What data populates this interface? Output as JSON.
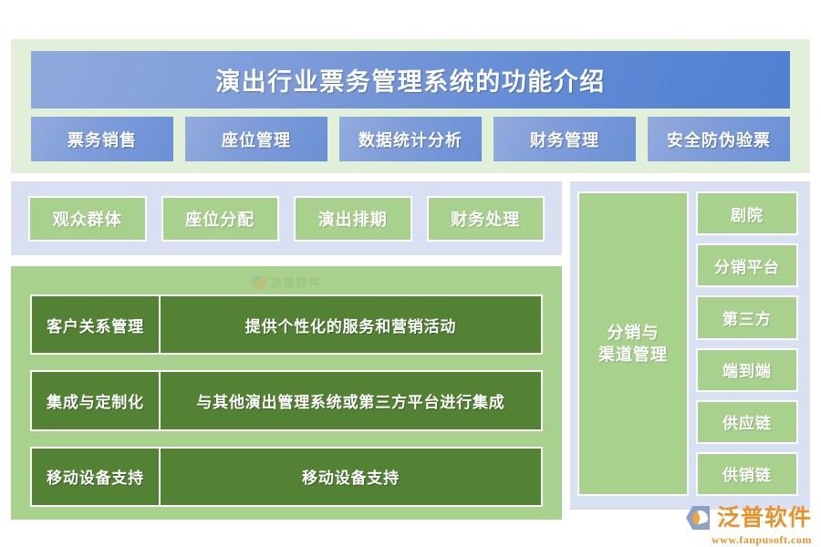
{
  "header": {
    "title": "演出行业票务管理系统的功能介绍",
    "tiles": [
      {
        "label": "票务销售"
      },
      {
        "label": "座位管理"
      },
      {
        "label": "数据统计分析"
      },
      {
        "label": "财务管理"
      },
      {
        "label": "安全防伪验票"
      }
    ]
  },
  "mid_row": {
    "tiles": [
      {
        "label": "观众群体"
      },
      {
        "label": "座位分配"
      },
      {
        "label": "演出排期"
      },
      {
        "label": "财务处理"
      }
    ]
  },
  "features": {
    "watermark": "泛普软件",
    "rows": [
      {
        "name": "客户关系管理",
        "desc": "提供个性化的服务和营销活动"
      },
      {
        "name": "集成与定制化",
        "desc": "与其他演出管理系统或第三方平台进行集成"
      },
      {
        "name": "移动设备支持",
        "desc": "移动设备支持"
      }
    ]
  },
  "right_panel": {
    "group_label": "分销与\n渠道管理",
    "group_label_line1": "分销与",
    "group_label_line2": "渠道管理",
    "items": [
      {
        "label": "剧院"
      },
      {
        "label": "分销平台"
      },
      {
        "label": "第三方"
      },
      {
        "label": "端到端"
      },
      {
        "label": "供应链"
      },
      {
        "label": "供销链"
      }
    ]
  },
  "brand": {
    "name": "泛普软件",
    "url": "www.fanpusoft.com"
  },
  "colors": {
    "page_bg": "#ffffff",
    "header_panel": "#E2EFD9",
    "title_gradient_from": "#8FAADD",
    "title_gradient_to": "#5080D2",
    "blue_tile_from": "#93ACDE",
    "blue_tile_to": "#6A90D6",
    "panel_blue": "#D9E0F2",
    "green_light": "#A9D18E",
    "green_dark": "#548235",
    "tile_border": "#ffffff",
    "brand_orange": "#E8922C"
  }
}
